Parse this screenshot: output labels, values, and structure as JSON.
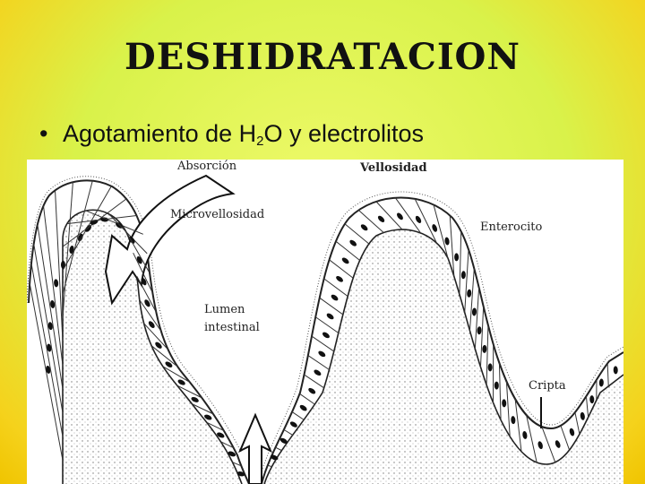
{
  "slide": {
    "title": "DESHIDRATACION",
    "bullet": {
      "pre": "Agotamiento de H",
      "sub": "2",
      "post": "O y electrolitos"
    }
  },
  "diagram": {
    "labels": {
      "absorcion": "Absorción",
      "vellosidad": "Vellosidad",
      "microvellosidad": "Microvellosidad",
      "enterocito": "Enterocito",
      "lumen_1": "Lumen",
      "lumen_2": "intestinal",
      "cripta": "Cripta"
    }
  },
  "colors": {
    "background_center": "#eef96a",
    "background_edge": "#f0c400",
    "ink": "#111111"
  }
}
